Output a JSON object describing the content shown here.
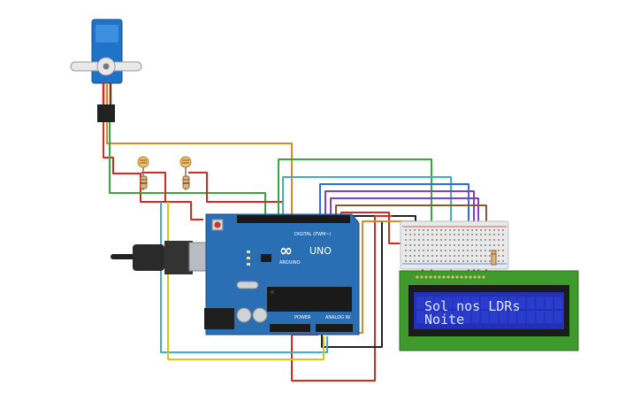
{
  "arduino": {
    "brand": "ARDUINO",
    "model": "UNO",
    "digital_label": "DIGITAL (PWM~)",
    "power_label": "POWER",
    "analog_label": "ANALOG IN",
    "logo_symbol": "∞"
  },
  "lcd": {
    "line1": "Sol nos LDRs",
    "line2": "Noite"
  },
  "colors": {
    "board": "#2a6fb4",
    "servo": "#1e73c8",
    "lcd_frame": "#3f9a2c",
    "lcd_screen": "#2230b8",
    "wire_red": "#d42a1f",
    "wire_orange": "#d88a2a",
    "wire_green": "#37a83b",
    "wire_teal": "#3cb1c6",
    "wire_blue": "#2a6fe0",
    "wire_purple": "#8a3bc7",
    "wire_brown": "#8a5a2b",
    "wire_black": "#222222",
    "wire_yellow": "#e0c21f"
  },
  "components": [
    "servo-motor",
    "ldr-sensor-1",
    "ldr-sensor-2",
    "arduino-uno",
    "breadboard",
    "lcd-16x2"
  ]
}
